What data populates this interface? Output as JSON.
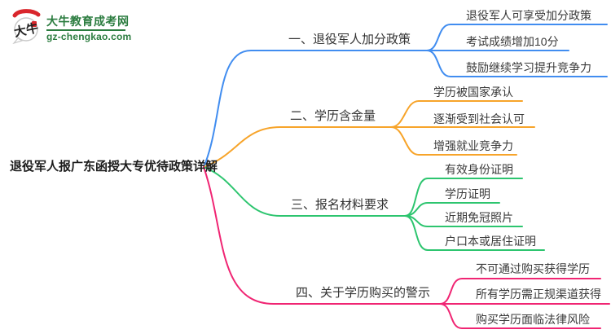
{
  "logo": {
    "title": "大牛教育成考网",
    "url": "gz-chengkao.com",
    "seal_text": "大牛",
    "brand_green": "#2b7c3f",
    "seal_red": "#d9262c"
  },
  "root": {
    "label": "退役军人报广东函授大专优待政策详解"
  },
  "branches": [
    {
      "label": "一、退役军人加分政策",
      "color": "#418df0",
      "children": [
        "退役军人可享受加分政策",
        "考试成绩增加10分",
        "鼓励继续学习提升竞争力"
      ]
    },
    {
      "label": "二、学历含金量",
      "color": "#f7a42a",
      "children": [
        "学历被国家承认",
        "逐渐受到社会认可",
        "增强就业竞争力"
      ]
    },
    {
      "label": "三、报名材料要求",
      "color": "#2dc56f",
      "children": [
        "有效身份证明",
        "学历证明",
        "近期免冠照片",
        "户口本或居住证明"
      ]
    },
    {
      "label": "四、关于学历购买的警示",
      "color": "#f02573",
      "children": [
        "不可通过购买获得学历",
        "所有学历需正规渠道获得",
        "购买学历面临法律风险"
      ]
    }
  ]
}
